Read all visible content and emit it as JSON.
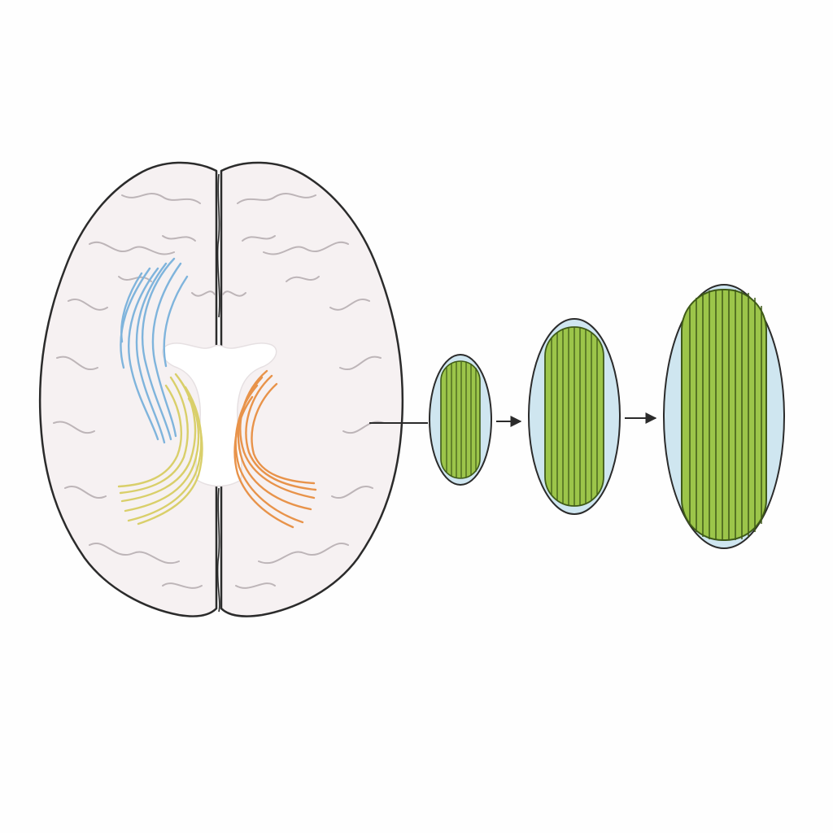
{
  "colors": {
    "background": "#fefefe",
    "outline": "#2b2b2b",
    "brain_fill": "#f6f1f2",
    "sulci": "#bdb5b8",
    "ventricle": "#ffffff",
    "tract_blue": "#7fb4dc",
    "tract_yellow": "#d9cf6a",
    "tract_orange": "#e8934a",
    "capsule_fill": "#cfe6f0",
    "fiber_fill": "#9cc54a",
    "fiber_line": "#3f5a18",
    "arrow": "#2b2b2b"
  },
  "diagram": {
    "nodes": [
      {
        "id": "brain",
        "icon": "brain-axial-icon"
      },
      {
        "id": "fiber-bundle-small",
        "icon": "fiber-bundle-icon"
      },
      {
        "id": "fiber-bundle-medium",
        "icon": "fiber-bundle-icon"
      },
      {
        "id": "fiber-bundle-large",
        "icon": "fiber-bundle-icon"
      }
    ],
    "edges": [
      {
        "from": "brain",
        "to": "fiber-bundle-small",
        "style": "line"
      },
      {
        "from": "fiber-bundle-small",
        "to": "fiber-bundle-medium",
        "style": "arrow"
      },
      {
        "from": "fiber-bundle-medium",
        "to": "fiber-bundle-large",
        "style": "arrow"
      }
    ]
  }
}
